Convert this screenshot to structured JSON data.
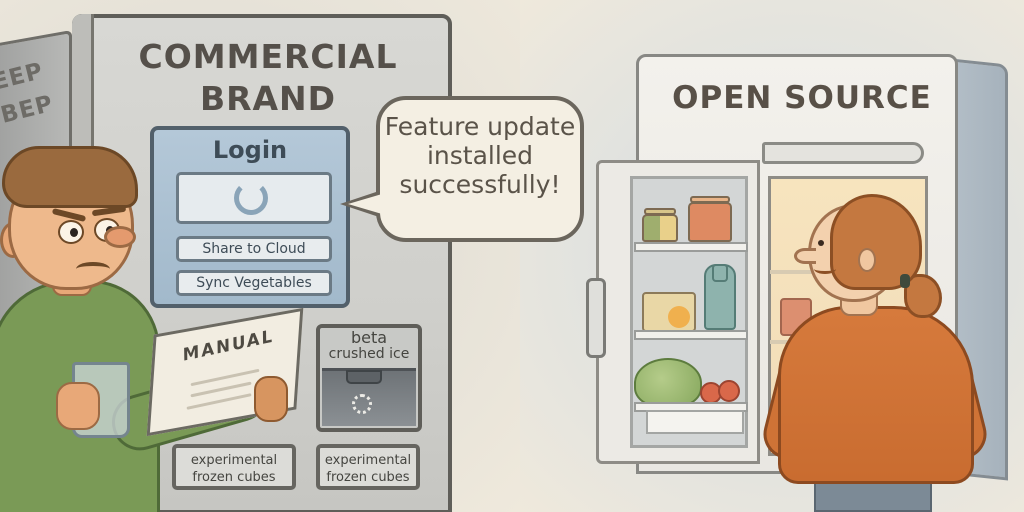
{
  "scene": {
    "type": "comic-illustration",
    "style": "watercolor",
    "background_color": "#efe9dc"
  },
  "left_panel": {
    "side_fridge_text": [
      "EEP",
      "BEP"
    ],
    "fridge_title": "COMMERCIAL BRAND",
    "login_panel": {
      "title": "Login",
      "status_icon": "loading-spinner-icon",
      "buttons": [
        {
          "label": "Share to Cloud"
        },
        {
          "label": "Sync Vegetables"
        }
      ],
      "color": "#a9bfd0"
    },
    "speech_bubble": {
      "text": "Feature update installed successfully!"
    },
    "dispenser": {
      "label_line1": "beta",
      "label_line2": "crushed ice"
    },
    "cube_buttons": [
      {
        "label": "experimental frozen cubes"
      },
      {
        "label": "experimental frozen cubes"
      }
    ],
    "manual": {
      "title": "MANUAL"
    },
    "character": {
      "description": "frustrated man in green sweater holding a glass and a manual",
      "shirt_color": "#7a9a56"
    }
  },
  "right_panel": {
    "fridge_title": "OPEN SOURCE",
    "door_state": "open",
    "contents": [
      "jars",
      "butter",
      "bottle",
      "lettuce",
      "tomatoes",
      "jar"
    ],
    "character": {
      "description": "smiling woman in orange sweater with hands on hips",
      "shirt_color": "#d67a3c"
    }
  }
}
